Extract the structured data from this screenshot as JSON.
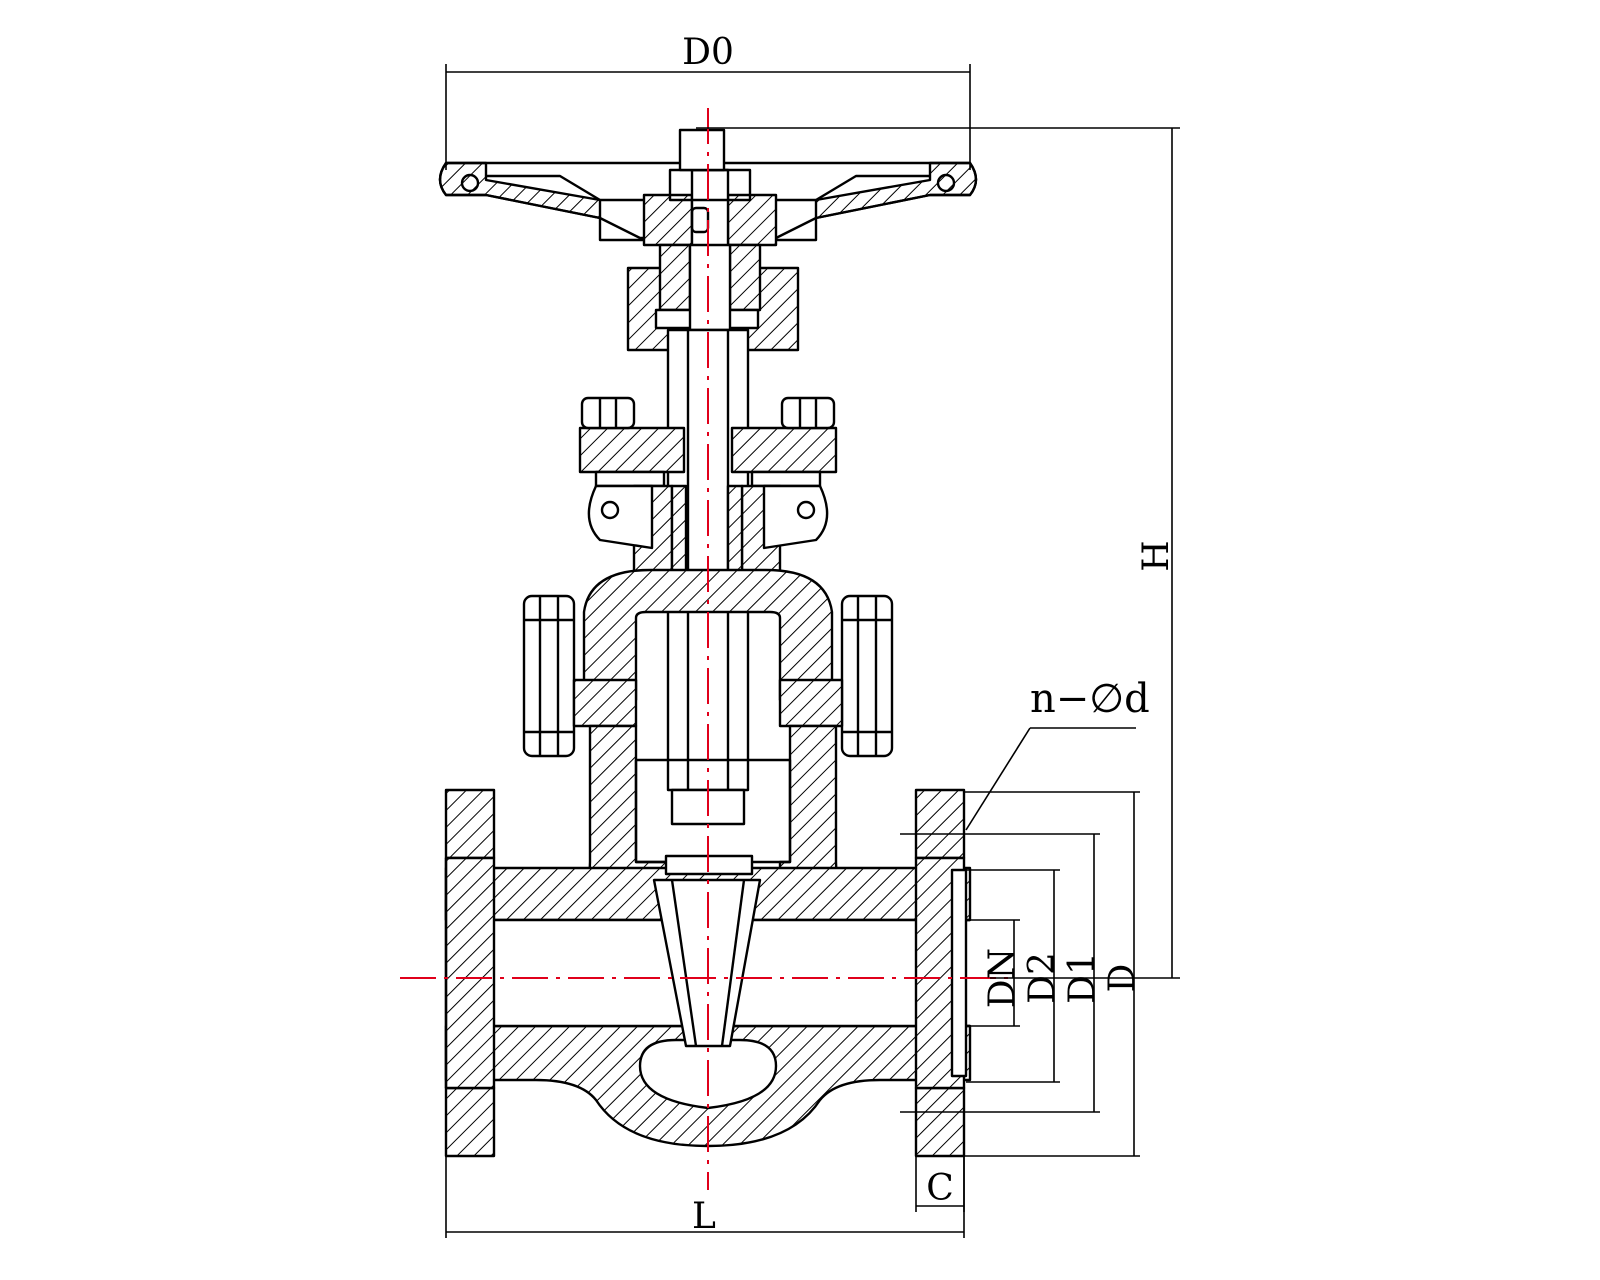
{
  "labels": {
    "d0": "D0",
    "h": "H",
    "n_d": "n−∅d",
    "dn": "DN",
    "d2": "D2",
    "d1": "D1",
    "d": "D",
    "c": "C",
    "l": "L"
  },
  "colors": {
    "line": "#000000",
    "centerline": "#e0001b",
    "background": "#ffffff"
  }
}
